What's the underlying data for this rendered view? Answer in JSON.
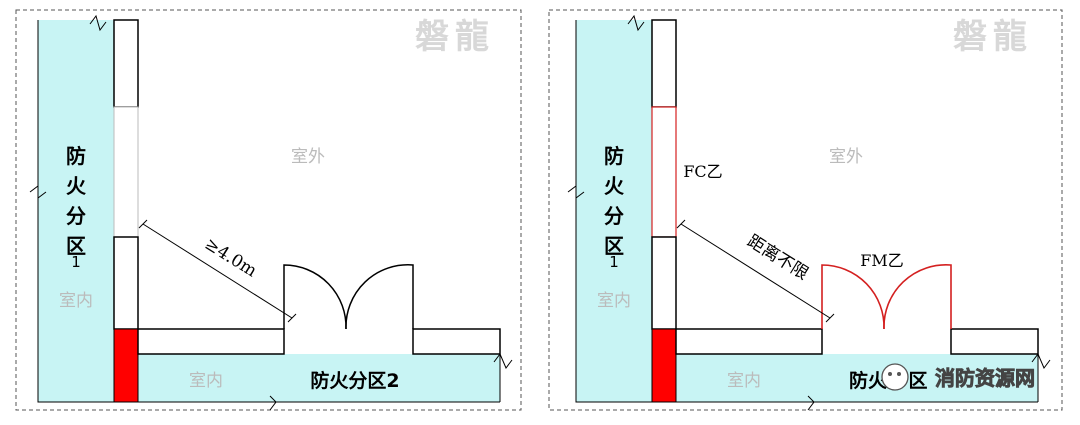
{
  "watermark": "磐龍",
  "colors": {
    "zone": "#c8f4f4",
    "fire_wall": "#ff0000",
    "door_red": "#d42020",
    "wall": "#000000",
    "gray_text": "#bbbbbb"
  },
  "left": {
    "outside_label": "室外",
    "zone1_label": [
      "防",
      "火",
      "分",
      "区",
      "1"
    ],
    "indoor_label_a": "室内",
    "indoor_label_b": "室内",
    "zone2_label": "防火分区2",
    "distance_label": "≥4.0m"
  },
  "right": {
    "outside_label": "室外",
    "zone1_label": [
      "防",
      "火",
      "分",
      "区",
      "1"
    ],
    "indoor_label_a": "室内",
    "indoor_label_b": "室内",
    "zone2_label_visible": "防火",
    "zone2_label_tail": "区",
    "window_label": "FC乙",
    "door_label": "FM乙",
    "distance_label": "距离不限",
    "source_credit": "消防资源网"
  }
}
